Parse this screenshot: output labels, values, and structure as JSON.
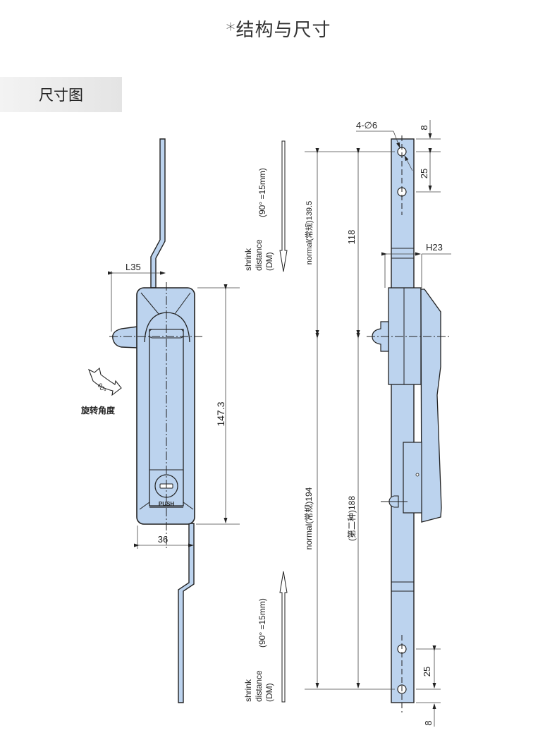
{
  "header": {
    "title": "*结构与尺寸"
  },
  "section_tab": {
    "label": "尺寸图"
  },
  "colors": {
    "part_fill": "#bcd3ee",
    "line": "#222222",
    "dim_line": "#444444"
  },
  "front_view": {
    "l_label": "L35",
    "height_label": "147.3",
    "width_label": "36",
    "push_label": "PUSH",
    "rotation_badge": "90°",
    "rotation_caption": "旋转角度"
  },
  "shrink_notes": [
    {
      "line1": "shrink",
      "line2": "distance",
      "line3": "(DM)",
      "spec": "(90°  =15mm)"
    },
    {
      "line1": "shrink",
      "line2": "distance",
      "line3": "(DM)",
      "spec": "(90°  =15mm)"
    }
  ],
  "side_view": {
    "hole_label": "4-∅6",
    "top_offset": "8",
    "top_pitch": "25",
    "h_label": "H23",
    "dim_upper_normal": "normal(常规)139.5",
    "dim_upper_alt": "118",
    "dim_lower_normal": "normal(常规)194",
    "dim_lower_alt": "(第二种)188",
    "bottom_pitch": "25",
    "bottom_offset": "8"
  }
}
